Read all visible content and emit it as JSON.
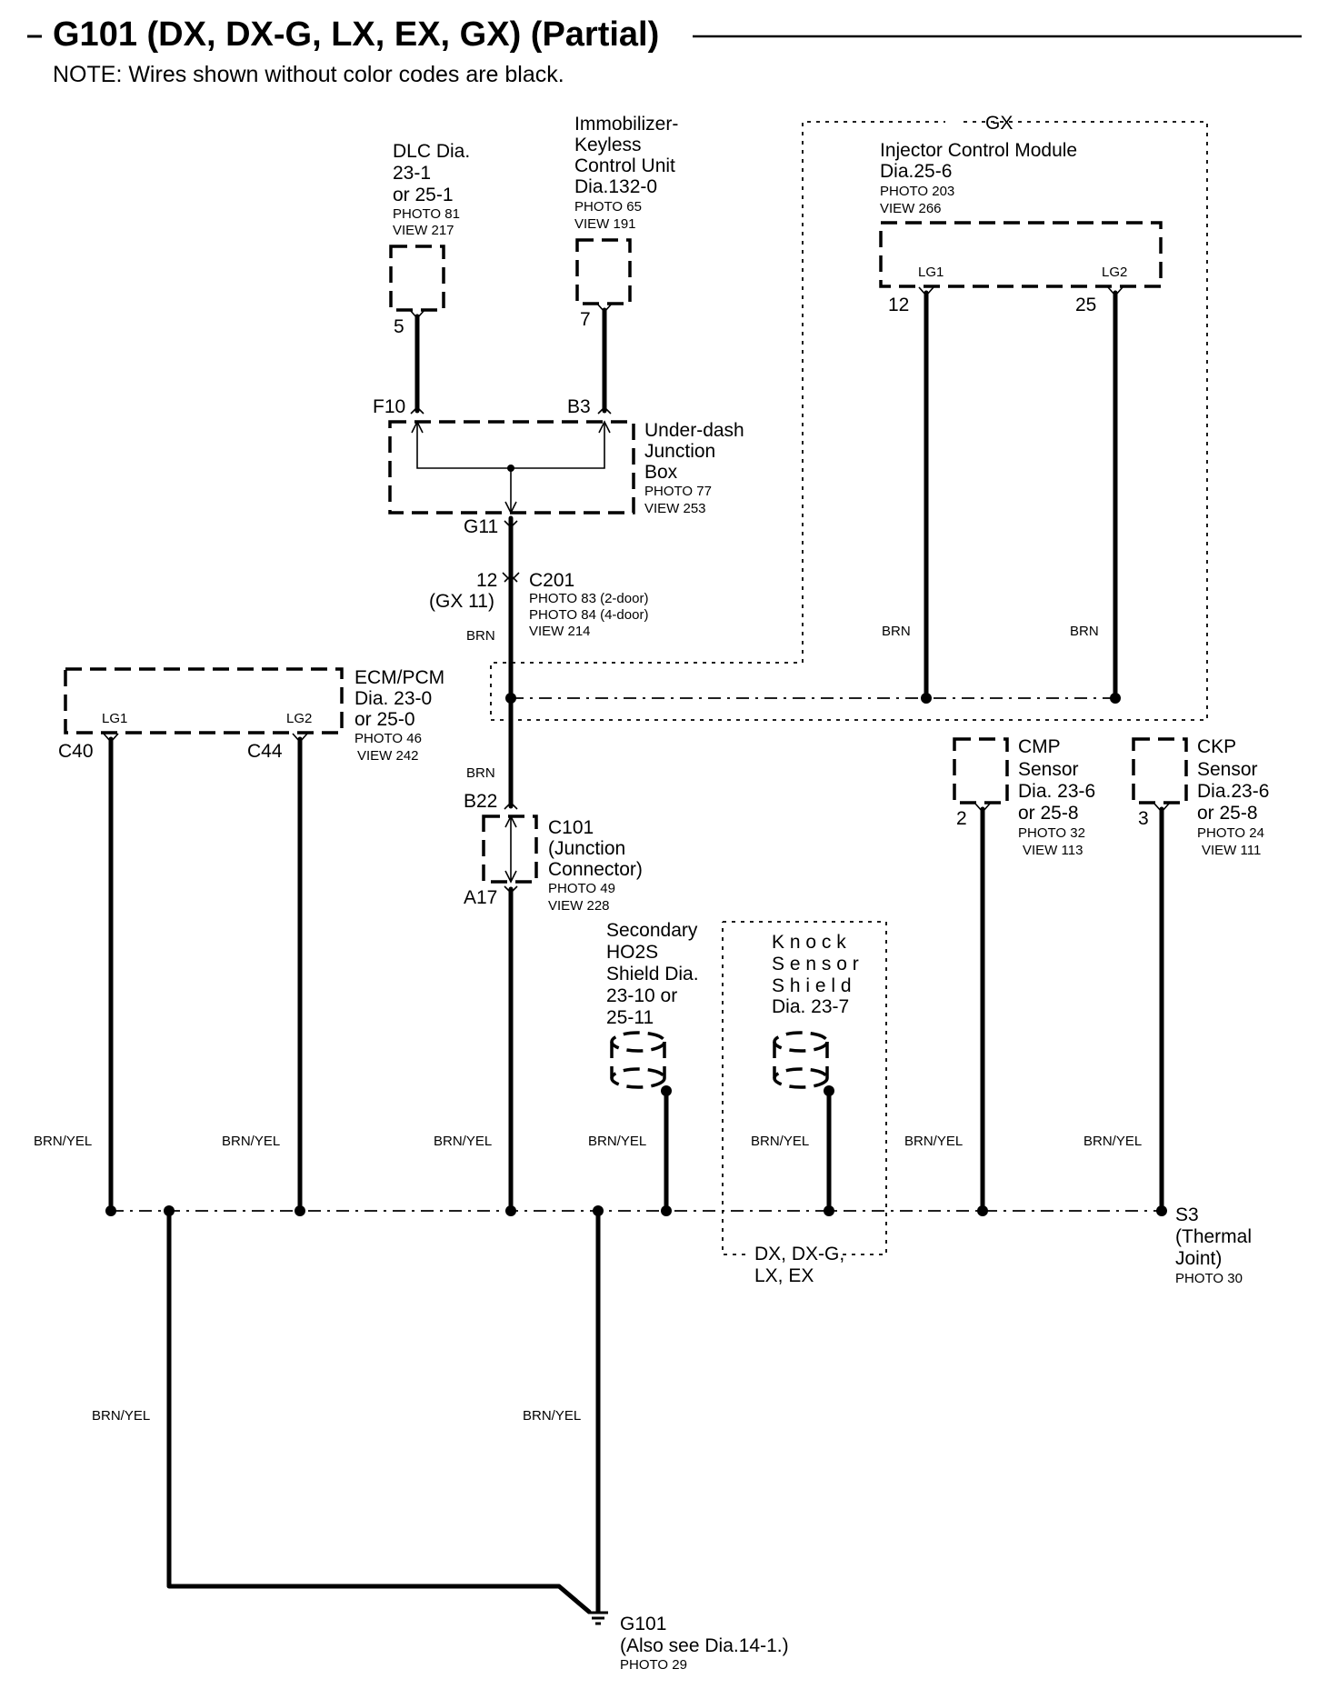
{
  "title": "G101 (DX, DX-G, LX, EX, GX) (Partial)",
  "note": "NOTE: Wires shown without color codes are black.",
  "dlc": {
    "lines": [
      "DLC Dia.",
      "23-1",
      "or 25-1"
    ],
    "photo": "PHOTO 81",
    "view": "VIEW 217",
    "pin": "5"
  },
  "immobilizer": {
    "lines": [
      "Immobilizer-",
      "Keyless",
      "Control Unit",
      "Dia.132-0"
    ],
    "photo": "PHOTO 65",
    "view": "VIEW 191",
    "pin": "7"
  },
  "gx_region": {
    "label": "GX"
  },
  "injector": {
    "lines": [
      "Injector Control Module",
      "Dia.25-6"
    ],
    "photo": "PHOTO 203",
    "view": "VIEW 266",
    "term1": "LG1",
    "term2": "LG2",
    "pin1": "12",
    "pin2": "25"
  },
  "junction_box": {
    "lines": [
      "Under-dash",
      "Junction",
      "Box"
    ],
    "photo": "PHOTO 77",
    "view": "VIEW 253",
    "pin_f10": "F10",
    "pin_b3": "B3",
    "pin_g11": "G11"
  },
  "c201": {
    "name": "C201",
    "pin": "12",
    "gx_pin": "(GX 11)",
    "photos": [
      "PHOTO 83 (2-door)",
      "PHOTO 84 (4-door)"
    ],
    "view": "VIEW 214"
  },
  "ecm": {
    "lines": [
      "ECM/PCM",
      "Dia. 23-0",
      "or 25-0"
    ],
    "photo": "PHOTO 46",
    "view": "VIEW 242",
    "term1": "LG1",
    "term2": "LG2",
    "pin1": "C40",
    "pin2": "C44"
  },
  "c101": {
    "lines": [
      "C101",
      "(Junction",
      "Connector)"
    ],
    "photo": "PHOTO 49",
    "view": "VIEW 228",
    "pin_top": "B22",
    "pin_bottom": "A17"
  },
  "cmp": {
    "lines": [
      "CMP",
      "Sensor",
      "Dia. 23-6",
      "or 25-8"
    ],
    "photo": "PHOTO 32",
    "view": "VIEW 113",
    "pin": "2"
  },
  "ckp": {
    "lines": [
      "CKP",
      "Sensor",
      "Dia.23-6",
      "or 25-8"
    ],
    "photo": "PHOTO 24",
    "view": "VIEW 111",
    "pin": "3"
  },
  "ho2s": {
    "lines": [
      "Secondary",
      "HO2S",
      "Shield Dia.",
      "23-10 or",
      "25-11"
    ]
  },
  "knock": {
    "lines": [
      "K n o c k",
      "S e n s o r",
      "S h i e l d",
      "Dia. 23-7"
    ]
  },
  "knock_region": {
    "lines": [
      "DX, DX-G,",
      "LX, EX"
    ]
  },
  "s3": {
    "lines": [
      "S3",
      "(Thermal",
      "Joint)"
    ],
    "photo": "PHOTO 30"
  },
  "g101": {
    "lines": [
      "G101",
      "(Also see Dia.14-1.)"
    ],
    "photo": "PHOTO 29"
  },
  "wire_colors": {
    "brn": "BRN",
    "brn_yel": "BRN/YEL"
  }
}
